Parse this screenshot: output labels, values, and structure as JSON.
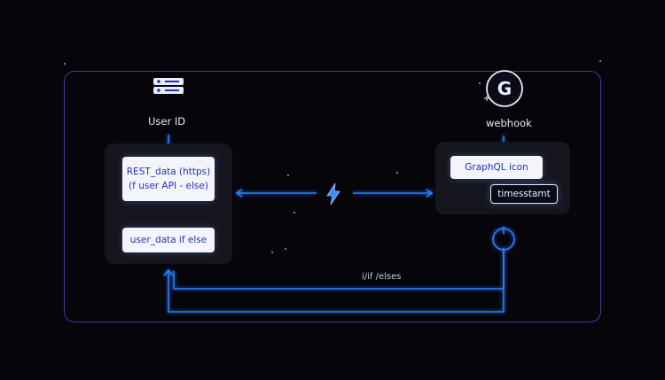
{
  "left": {
    "source_label": "User ID",
    "source_icon": "server-icon",
    "card1_line1": "REST_data  (https)",
    "card1_line2": "(f user API - else)",
    "card2": "user_data  if else"
  },
  "right": {
    "source_label": "webhook",
    "source_icon": "graphql-logo-icon",
    "logo_letter": "G",
    "card1": "GraphQL  icon",
    "card2": "timesstamt"
  },
  "center_icon": "lightning-bolt-icon",
  "loop_label": "i/if /elses",
  "colors": {
    "accent": "#2f7cff",
    "frame": "#3b3f9a",
    "card_text": "#2430b8"
  }
}
